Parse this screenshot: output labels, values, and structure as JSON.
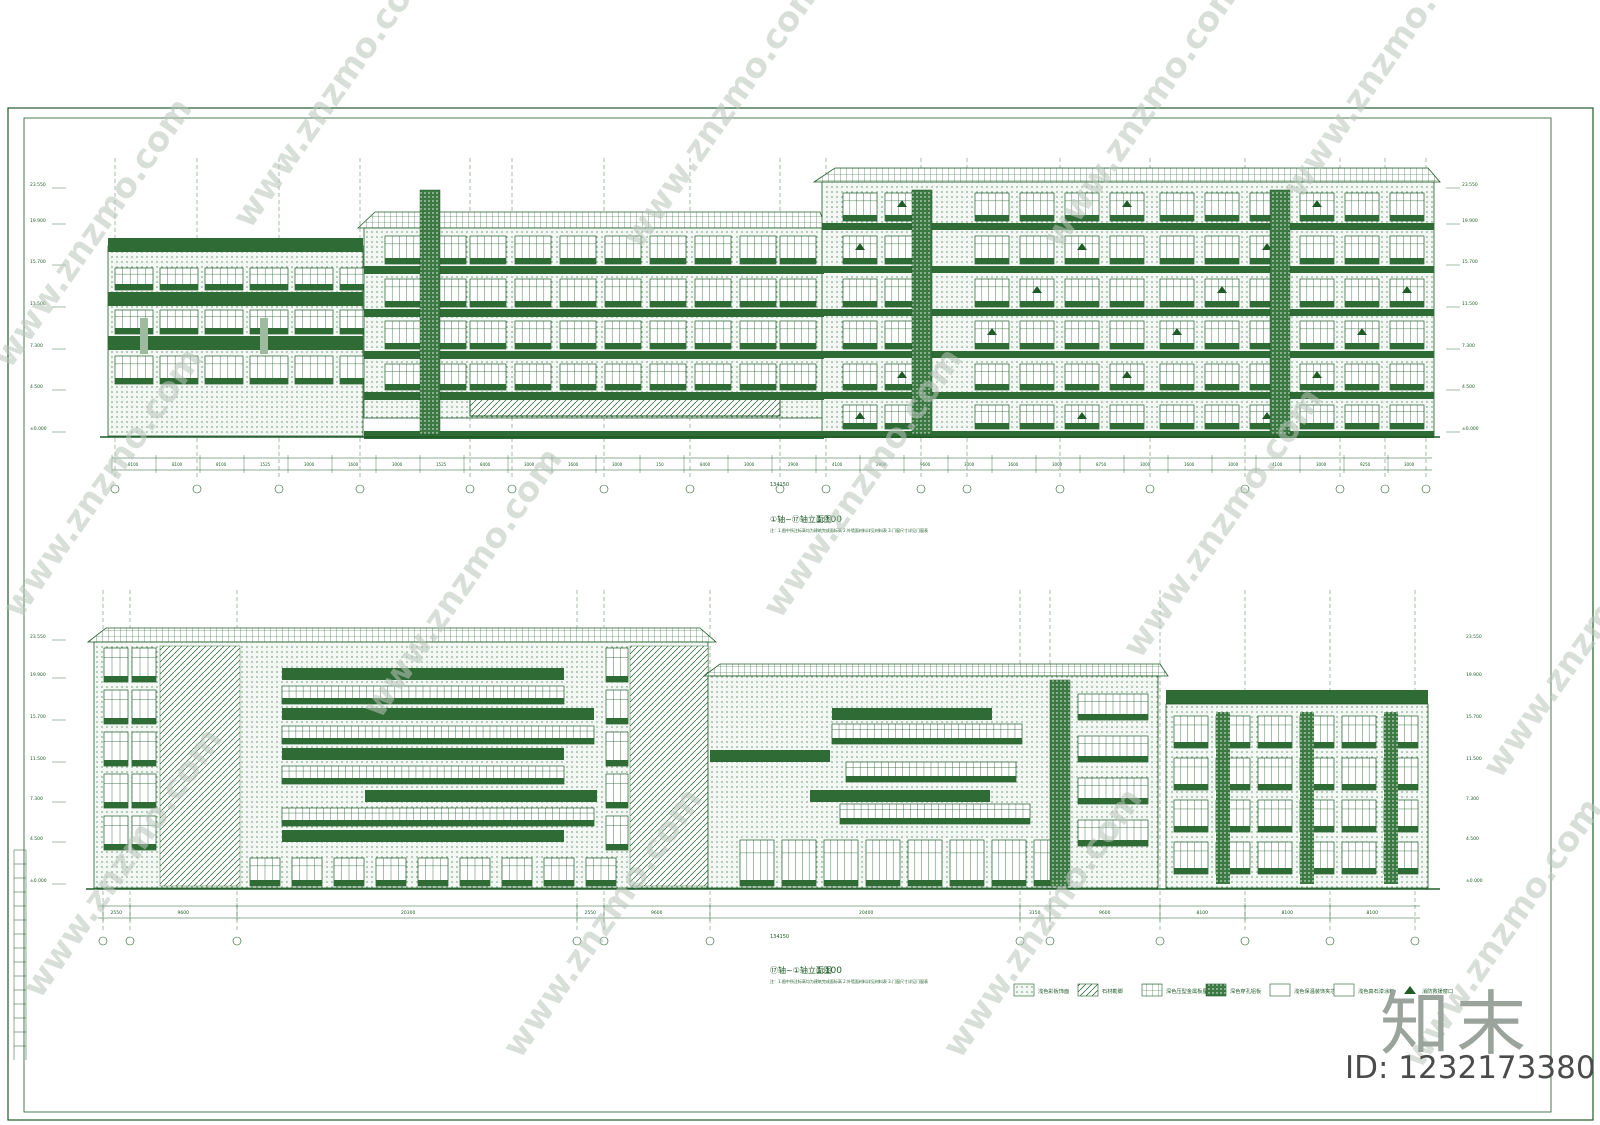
{
  "sheet": {
    "upper": {
      "title": "①轴~⑰轴立面图",
      "scale": "1:100",
      "note": "注：1.图中所注标高均为建筑完成面标高  2.外墙面材料详见材料表  3.门窗尺寸详见门窗表",
      "total_dim": "134150",
      "levels": [
        "23.550",
        "19.900",
        "15.700",
        "11.500",
        "7.300",
        "4.500",
        "±0.000"
      ],
      "bottom_dims": [
        "8100",
        "8100",
        "8100",
        "1525",
        "3000",
        "1600",
        "3000",
        "1525",
        "8400",
        "3000",
        "1600",
        "3000",
        "150",
        "8400",
        "3000",
        "2900",
        "4100",
        "2900",
        "9600",
        "3000",
        "1600",
        "3000",
        "8750",
        "3000",
        "1600",
        "3000",
        "4100",
        "3000",
        "9250",
        "3000"
      ]
    },
    "lower": {
      "title": "⑰轴~①轴立面图",
      "scale": "1:100",
      "note": "注：1.图中所注标高均为建筑完成面标高  2.外墙面材料详见材料表  3.门窗尺寸详见门窗表",
      "total_dim": "134150",
      "levels": [
        "23.550",
        "19.900",
        "15.700",
        "11.500",
        "7.300",
        "4.500",
        "±0.000"
      ],
      "bottom_dims": [
        "2550",
        "9600",
        "20300",
        "2550",
        "9600",
        "20400",
        "3150",
        "9600",
        "8100",
        "8100",
        "8100"
      ]
    },
    "legend": [
      {
        "label": "浅色彩板饰面",
        "pattern": "dots"
      },
      {
        "label": "石材勒脚",
        "pattern": "hatch"
      },
      {
        "label": "深色压型金属板屋面",
        "pattern": "grid"
      },
      {
        "label": "深色穿孔铝板",
        "pattern": "dense"
      },
      {
        "label": "浅色保温装饰夹芯板",
        "pattern": "plain"
      },
      {
        "label": "浅色真石漆涂料",
        "pattern": "blank"
      },
      {
        "label": "消防救援窗口",
        "pattern": "triangle"
      }
    ],
    "watermark": "www.znzmo.com",
    "brand": "知末",
    "id_label": "ID: 1232173380",
    "colors": {
      "line": "#1e5b27",
      "fill": "#2f6b35",
      "light": "#dfe9df"
    }
  }
}
